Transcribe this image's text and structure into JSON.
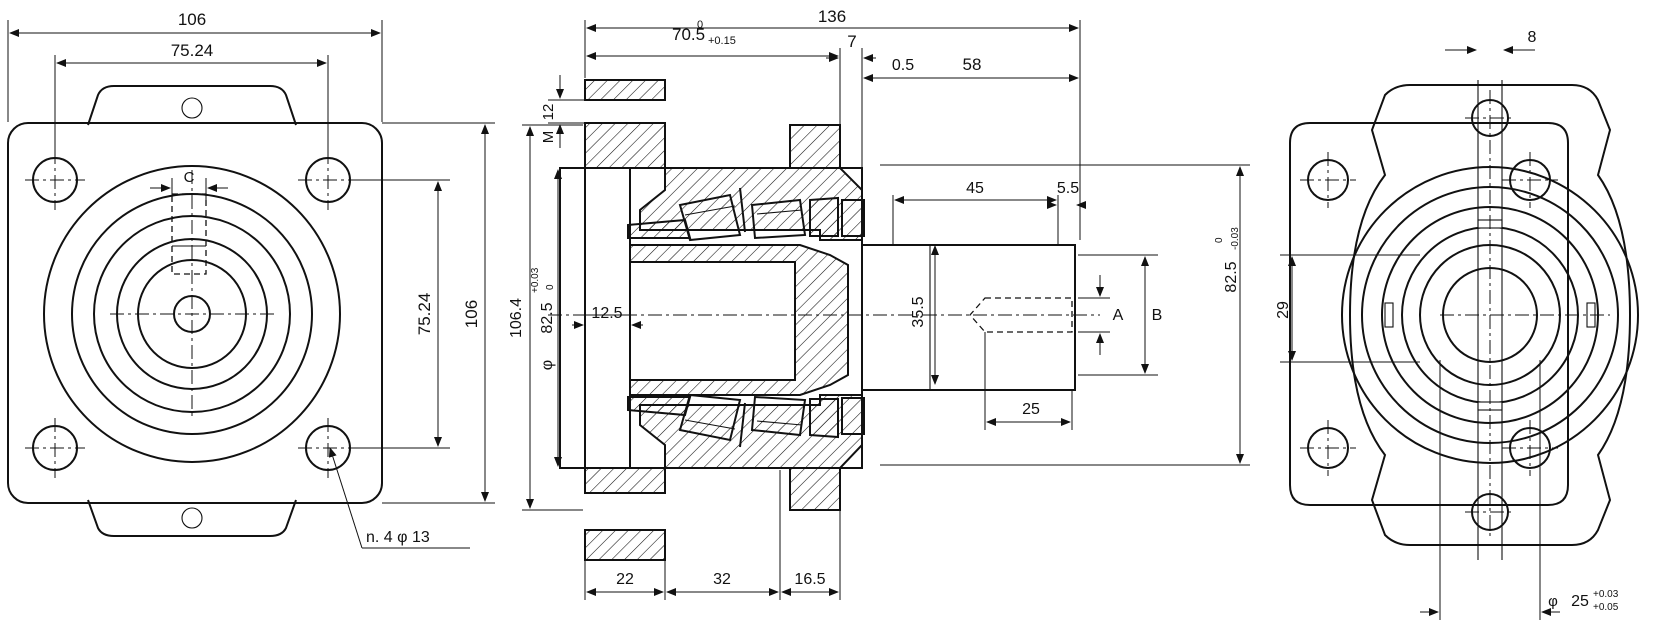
{
  "left_view": {
    "dims": {
      "width_overall": "106",
      "width_bolt": "75.24",
      "height_bolt": "75.24",
      "height_overall": "106",
      "key_c": "C",
      "holes": "n. 4  φ 13"
    }
  },
  "section_view": {
    "dims": {
      "length_total": "136",
      "len_70_5": "70.5",
      "len_70_5_tol_upper": "0",
      "len_70_5_tol_lower": "+0.15",
      "len_7": "7",
      "len_0_5": "0.5",
      "len_58": "58",
      "m12_a": "M",
      "m12_b": "12",
      "dia_106_4": "106.4",
      "dia_prefix": "φ",
      "dia_82_5": "82.5",
      "dia_82_5_tol_upper": "+0.03",
      "dia_82_5_tol_lower": "0",
      "len_12_5": "12.5",
      "len_45": "45",
      "len_5_5": "5.5",
      "dim_35_5": "35.5",
      "len_25": "25",
      "label_a": "A",
      "label_b": "B",
      "dia_82_5_right": "82.5",
      "dia_82_5_right_tol_upper": "0",
      "dia_82_5_right_tol_lower": "-0.03",
      "len_22": "22",
      "len_32": "32",
      "len_16_5": "16.5"
    }
  },
  "right_view": {
    "dims": {
      "width_8": "8",
      "height_29": "29",
      "bore_prefix": "φ",
      "bore_25": "25",
      "bore_tol_upper": "+0.03",
      "bore_tol_lower": "+0.05"
    }
  }
}
